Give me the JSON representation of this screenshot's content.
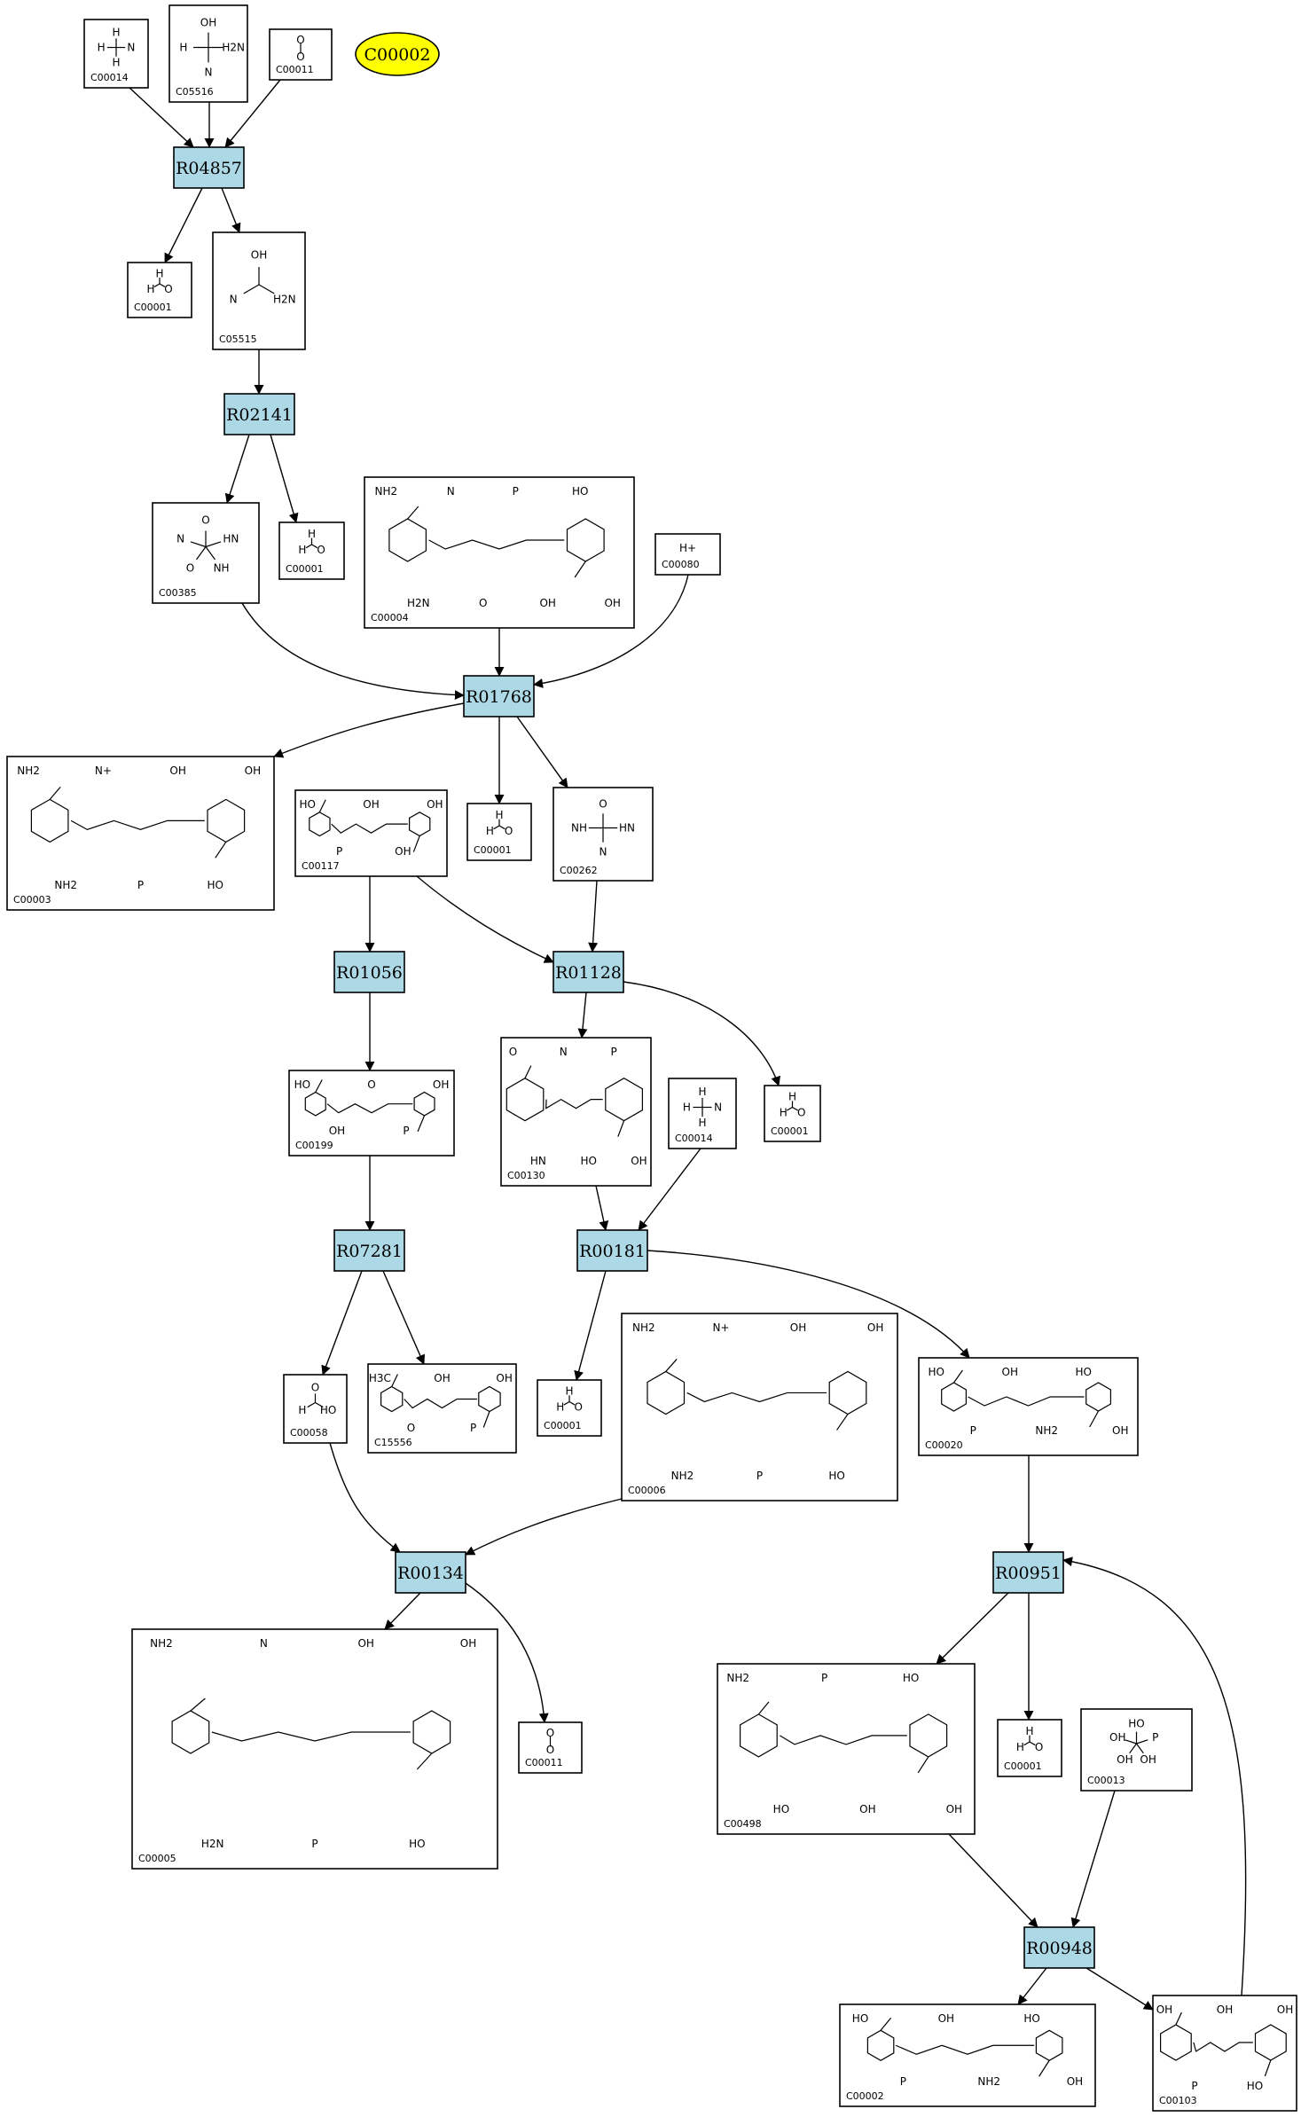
{
  "highlight": {
    "label": "C00002",
    "color": "#ffff00"
  },
  "colors": {
    "reaction_fill": "#add8e6",
    "compound_fill": "#ffffff",
    "stroke": "#000000"
  },
  "reactions": [
    {
      "id": "R04857",
      "label": "R04857"
    },
    {
      "id": "R02141",
      "label": "R02141"
    },
    {
      "id": "R01768",
      "label": "R01768"
    },
    {
      "id": "R01056",
      "label": "R01056"
    },
    {
      "id": "R01128",
      "label": "R01128"
    },
    {
      "id": "R07281",
      "label": "R07281"
    },
    {
      "id": "R00181",
      "label": "R00181"
    },
    {
      "id": "R00134",
      "label": "R00134"
    },
    {
      "id": "R00951",
      "label": "R00951"
    },
    {
      "id": "R00948",
      "label": "R00948"
    }
  ],
  "compounds": [
    {
      "id": "c14a",
      "code": "C00014",
      "atoms": [
        "H",
        "N",
        "H",
        "H"
      ]
    },
    {
      "id": "c5516",
      "code": "C05516",
      "atoms": [
        "OH",
        "H2N",
        "N",
        "H"
      ]
    },
    {
      "id": "c11a",
      "code": "C00011",
      "atoms": [
        "O",
        "O"
      ]
    },
    {
      "id": "c1a",
      "code": "C00001",
      "atoms": [
        "H",
        "O",
        "H"
      ]
    },
    {
      "id": "c5515",
      "code": "C05515",
      "atoms": [
        "OH",
        "H2N",
        "N"
      ]
    },
    {
      "id": "c385",
      "code": "C00385",
      "atoms": [
        "O",
        "HN",
        "NH",
        "O",
        "N"
      ]
    },
    {
      "id": "c1b",
      "code": "C00001",
      "atoms": [
        "H",
        "O",
        "H"
      ]
    },
    {
      "id": "c4",
      "code": "C00004",
      "atoms": [
        "NH2",
        "H2N",
        "N",
        "O",
        "P",
        "OH",
        "HO",
        "OH"
      ]
    },
    {
      "id": "c80",
      "code": "C00080",
      "atoms": [
        "H+"
      ]
    },
    {
      "id": "c3",
      "code": "C00003",
      "atoms": [
        "NH2",
        "NH2",
        "N+",
        "P",
        "OH",
        "HO",
        "OH"
      ]
    },
    {
      "id": "c117",
      "code": "C00117",
      "atoms": [
        "HO",
        "P",
        "OH",
        "OH",
        "OH"
      ]
    },
    {
      "id": "c1c",
      "code": "C00001",
      "atoms": [
        "H",
        "O",
        "H"
      ]
    },
    {
      "id": "c262",
      "code": "C00262",
      "atoms": [
        "O",
        "HN",
        "N",
        "NH"
      ]
    },
    {
      "id": "c199",
      "code": "C00199",
      "atoms": [
        "HO",
        "OH",
        "O",
        "P",
        "OH"
      ]
    },
    {
      "id": "c130",
      "code": "C00130",
      "atoms": [
        "O",
        "HN",
        "N",
        "HO",
        "P",
        "OH"
      ]
    },
    {
      "id": "c14b",
      "code": "C00014",
      "atoms": [
        "H",
        "N",
        "H",
        "H"
      ]
    },
    {
      "id": "c1d",
      "code": "C00001",
      "atoms": [
        "H",
        "O",
        "H"
      ]
    },
    {
      "id": "c58",
      "code": "C00058",
      "atoms": [
        "O",
        "HO",
        "H"
      ]
    },
    {
      "id": "c15556",
      "code": "C15556",
      "atoms": [
        "H3C",
        "O",
        "OH",
        "P",
        "OH"
      ]
    },
    {
      "id": "c1e",
      "code": "C00001",
      "atoms": [
        "H",
        "O",
        "H"
      ]
    },
    {
      "id": "c6",
      "code": "C00006",
      "atoms": [
        "NH2",
        "NH2",
        "N+",
        "P",
        "OH",
        "HO",
        "OH"
      ]
    },
    {
      "id": "c20",
      "code": "C00020",
      "atoms": [
        "HO",
        "P",
        "OH",
        "NH2",
        "HO",
        "OH"
      ]
    },
    {
      "id": "c5",
      "code": "C00005",
      "atoms": [
        "NH2",
        "H2N",
        "N",
        "P",
        "OH",
        "HO",
        "OH"
      ]
    },
    {
      "id": "c11b",
      "code": "C00011",
      "atoms": [
        "O",
        "O"
      ]
    },
    {
      "id": "c498",
      "code": "C00498",
      "atoms": [
        "NH2",
        "HO",
        "P",
        "OH",
        "HO",
        "OH"
      ]
    },
    {
      "id": "c1f",
      "code": "C00001",
      "atoms": [
        "H",
        "O",
        "H"
      ]
    },
    {
      "id": "c13",
      "code": "C00013",
      "atoms": [
        "HO",
        "P",
        "OH",
        "OH",
        "OH"
      ]
    },
    {
      "id": "c2",
      "code": "C00002",
      "atoms": [
        "HO",
        "P",
        "OH",
        "NH2",
        "HO",
        "OH"
      ]
    },
    {
      "id": "c103",
      "code": "C00103",
      "atoms": [
        "OH",
        "P",
        "OH",
        "HO",
        "OH"
      ]
    }
  ]
}
